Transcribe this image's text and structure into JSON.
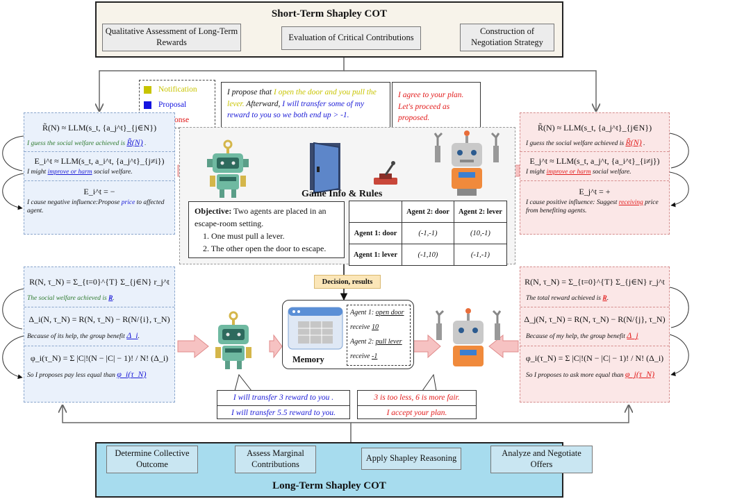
{
  "top": {
    "title": "Short-Term Shapley COT",
    "steps": [
      "Qualitative Assessment of Long-Term Rewards",
      "Evaluation of Critical Contributions",
      "Construction of Negotiation Strategy"
    ]
  },
  "bottom": {
    "title": "Long-Term Shapley COT",
    "steps": [
      "Determine Collective Outcome",
      "Assess Marginal Contributions",
      "Apply Shapley Reasoning",
      "Analyze and Negotiate Offers"
    ]
  },
  "legend": {
    "items": [
      {
        "label": "Notification",
        "color": "#c8c400"
      },
      {
        "label": "Proposal",
        "color": "#1414e0"
      },
      {
        "label": "Response",
        "color": "#e01414"
      }
    ]
  },
  "speech": {
    "left_a": "I propose that ",
    "left_b": "I open the door and you pull the lever.",
    "left_c": " Afterward, ",
    "left_d": "I will transfer some of my reward to you so we both end up > -1.",
    "right": "I agree to your plan. Let's proceed as proposed."
  },
  "game": {
    "title": "Game Info & Rules",
    "objective_label": "Objective:",
    "objective_text": "Two agents are placed in an escape-room setting.",
    "rule1": "1. One must pull a lever.",
    "rule2": "2. The other open the door to escape.",
    "col1": "Agent 2: door",
    "col2": "Agent 2: lever",
    "row1": "Agent 1: door",
    "row2": "Agent 1: lever",
    "c11": "(-1,-1)",
    "c12": "(10,-1)",
    "c21": "(-1,10)",
    "c22": "(-1,-1)"
  },
  "decision": "Decision, results",
  "memory": {
    "label": "Memory",
    "l1a": "Agent 1: ",
    "l1b": "open door",
    "l2a": "receive ",
    "l2b": "10",
    "l3a": "Agent 2: ",
    "l3b": "pull lever",
    "l4a": "receive ",
    "l4b": "-1"
  },
  "left_short": {
    "f1": "R̃(N) ≈ LLM(s_t, {a_j^t}_{j∈N})",
    "t1": "I guess the  social welfare achieved is ",
    "v1": "R̃(N)",
    "f2": "E_i^t ≈ LLM(s_t, a_i^t, {a_j^t}_{j≠i})",
    "t2a": "I might ",
    "t2b": "improve or harm",
    "t2c": " social welfare.",
    "f3": "E_i^t = −",
    "t3a": "I cause negative influence:Propose ",
    "t3b": "price",
    "t3c": " to affected agent."
  },
  "right_short": {
    "f1": "R̃(N) ≈ LLM(s_t, {a_j^t}_{j∈N})",
    "t1": "I guess the  social welfare achieved is ",
    "v1": "R̃(N)",
    "f2": "E_j^t ≈ LLM(s_t, a_j^t, {a_i^t}_{i≠j})",
    "t2a": "I might ",
    "t2b": "improve or harm",
    "t2c": " social welfare.",
    "f3": "E_j^t = +",
    "t3a": "I cause positive influence: Suggest ",
    "t3b": "receiving",
    "t3c": " price from benefiting agents."
  },
  "left_long": {
    "f1": "R(N, τ_N) = Σ_{t=0}^{T} Σ_{j∈N} r_j^t",
    "t1": "The social welfare achieved is ",
    "v1": "R",
    "f2": "Δ_i(N, τ_N) = R(N, τ_N) − R(N/{i}, τ_N)",
    "t2": "Because of its help, the group benefit ",
    "v2": "Δ_i",
    "f3": "φ_i(τ_N) = Σ |C|!(N − |C| − 1)! / N! (Δ_i)",
    "t3": "So I proposes pay less equal than ",
    "v3": "φ_i(τ_N)"
  },
  "right_long": {
    "f1": "R(N, τ_N) = Σ_{t=0}^{T} Σ_{j∈N} r_j^t",
    "t1": "The total reward achieved is ",
    "v1": "R",
    "f2": "Δ_j(N, τ_N) = R(N, τ_N) − R(N/{j}, τ_N)",
    "t2": "Because of my help, the group benefit ",
    "v2": "Δ_j",
    "f3": "φ_i(τ_N) = Σ |C|!(N − |C| − 1)! / N! (Δ_i)",
    "t3": "So I proposes to ask more equal  than ",
    "v3": "φ_j(τ_N)"
  },
  "responses": {
    "l1": "I will transfer 3 reward to you .",
    "l2": "I will transfer 5.5 reward to you.",
    "r1": "3 is too less, 6 is more fair.",
    "r2": "I accept your plan."
  },
  "colors": {
    "proposal": "#1a1ad6",
    "response": "#e21b1b",
    "notification": "#c8c400"
  }
}
